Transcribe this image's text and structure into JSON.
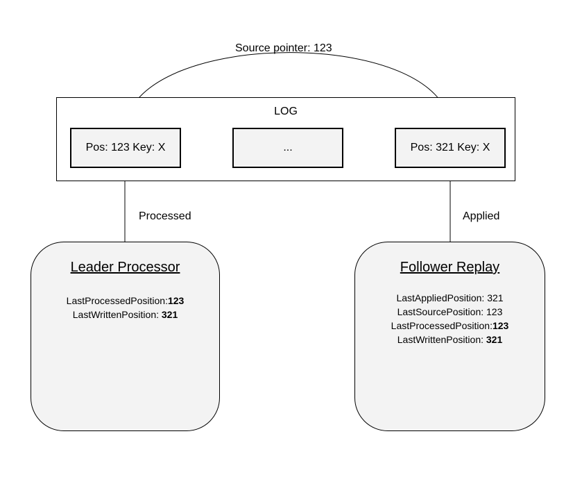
{
  "arc_label": "Source pointer: 123",
  "log": {
    "title": "LOG",
    "entries": [
      {
        "text": "Pos: 123 Key: X"
      },
      {
        "text": "..."
      },
      {
        "text": "Pos: 321 Key: X"
      }
    ]
  },
  "arrows": {
    "left_label": "Processed",
    "right_label": "Applied"
  },
  "leader": {
    "title": "Leader Processor",
    "lines": [
      {
        "label": "LastProcessedPosition:",
        "value": "123",
        "value_bold": true
      },
      {
        "label": "LastWrittenPosition: ",
        "value": "321",
        "value_bold": true
      }
    ]
  },
  "follower": {
    "title": "Follower Replay",
    "lines": [
      {
        "label": "LastAppliedPosition: ",
        "value": "321",
        "value_bold": false
      },
      {
        "label": "LastSourcePosition: ",
        "value": "123",
        "value_bold": false
      },
      {
        "label": "LastProcessedPosition:",
        "value": "123",
        "value_bold": true
      },
      {
        "label": "LastWrittenPosition: ",
        "value": "321",
        "value_bold": true
      }
    ]
  },
  "colors": {
    "box_fill": "#f3f3f3",
    "stroke": "#000000"
  }
}
